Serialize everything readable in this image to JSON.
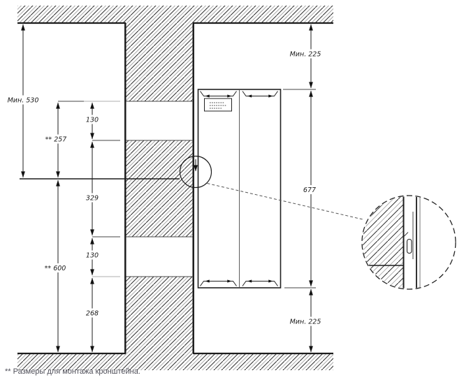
{
  "drawing": {
    "footnote": "** Размеры для монтажа кронштейна.",
    "dimensions": {
      "left": {
        "ceiling_to_bracket_line": "Мин. 530",
        "upper_opening_to_bracket_line": "** 257",
        "upper_opening_height": "130",
        "between_openings": "329",
        "bracket_line_to_floor": "** 600",
        "lower_opening_height": "130",
        "lower_opening_to_floor": "268"
      },
      "right": {
        "ceiling_clearance": "Мин. 225",
        "appliance_height": "677",
        "floor_clearance": "Мин. 225"
      }
    },
    "icons": {
      "rating_plate": "tiny-text-label-box",
      "detail_callout": "detail-magnifier-circle"
    },
    "colors": {
      "line": "#1c1c1c",
      "hatch_gray": "#9b9b9b",
      "footnote_text": "#4f4f59",
      "background": "#ffffff"
    }
  }
}
